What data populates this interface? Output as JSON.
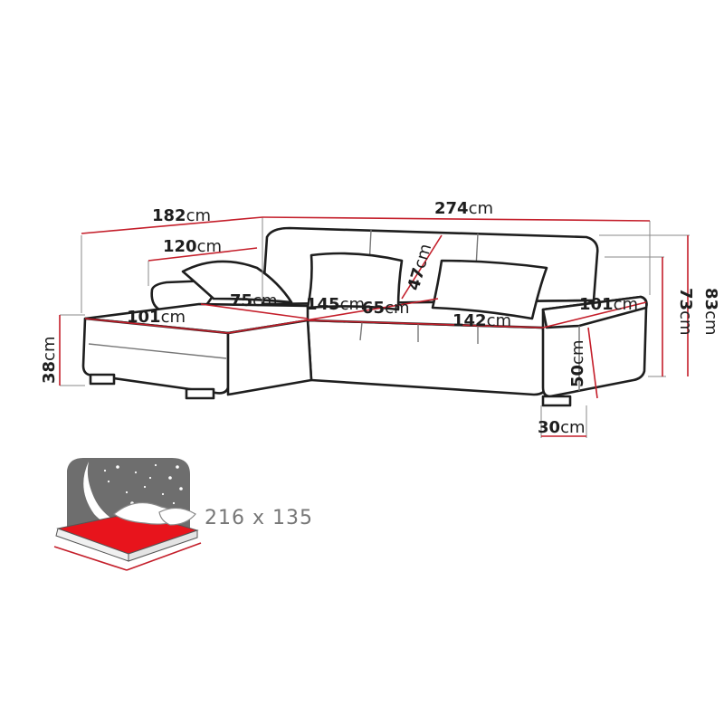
{
  "colors": {
    "outline": "#1e1e1e",
    "dimension_line": "#c41e2a",
    "bed_fill": "#e8141c",
    "night_sky": "#6e6e6e",
    "caption_gray": "#777777"
  },
  "dimensions": {
    "chaise_length": {
      "value": "182",
      "unit": "cm"
    },
    "total_length": {
      "value": "274",
      "unit": "cm"
    },
    "chaise_back": {
      "value": "120",
      "unit": "cm"
    },
    "chaise_width": {
      "value": "101",
      "unit": "cm"
    },
    "chaise_seat_depth": {
      "value": "75",
      "unit": "cm"
    },
    "seat_length": {
      "value": "145",
      "unit": "cm"
    },
    "back_height": {
      "value": "47",
      "unit": "cm"
    },
    "seat_depth": {
      "value": "65",
      "unit": "cm"
    },
    "main_seat_width": {
      "value": "142",
      "unit": "cm"
    },
    "depth": {
      "value": "101",
      "unit": "cm"
    },
    "armrest_height": {
      "value": "73",
      "unit": "cm"
    },
    "total_height": {
      "value": "83",
      "unit": "cm"
    },
    "seat_height": {
      "value": "50",
      "unit": "cm"
    },
    "chaise_height": {
      "value": "38",
      "unit": "cm"
    },
    "armrest_width": {
      "value": "30",
      "unit": "cm"
    }
  },
  "bed": {
    "size_label": "216 x 135",
    "icons": [
      "stars-icon",
      "moon-icon",
      "pillow-icon"
    ]
  }
}
